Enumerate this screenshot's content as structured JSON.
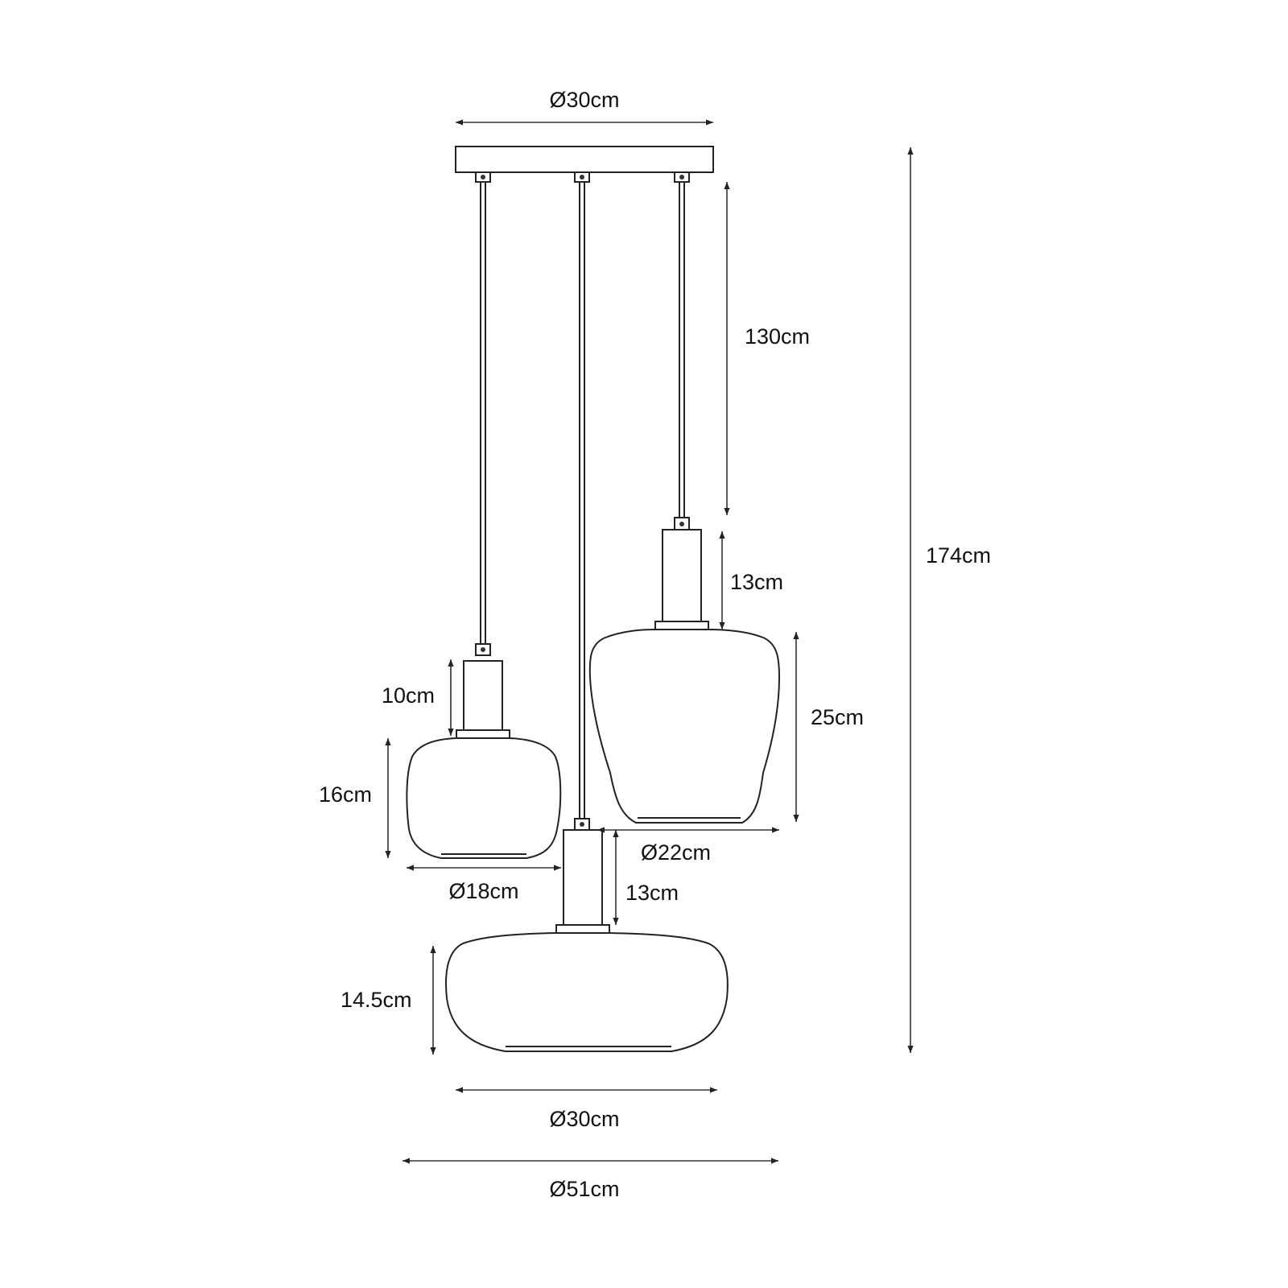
{
  "diagram": {
    "dimensions": {
      "canopy_diameter": "Ø30cm",
      "cord_length": "130cm",
      "total_height": "174cm",
      "right_neck_height": "13cm",
      "right_shade_height": "25cm",
      "right_shade_diameter": "Ø22cm",
      "left_neck_height": "10cm",
      "left_shade_height": "16cm",
      "left_shade_diameter": "Ø18cm",
      "center_neck_height": "13cm",
      "center_shade_height": "14.5cm",
      "center_shade_diameter": "Ø30cm",
      "overall_diameter": "Ø51cm"
    }
  }
}
